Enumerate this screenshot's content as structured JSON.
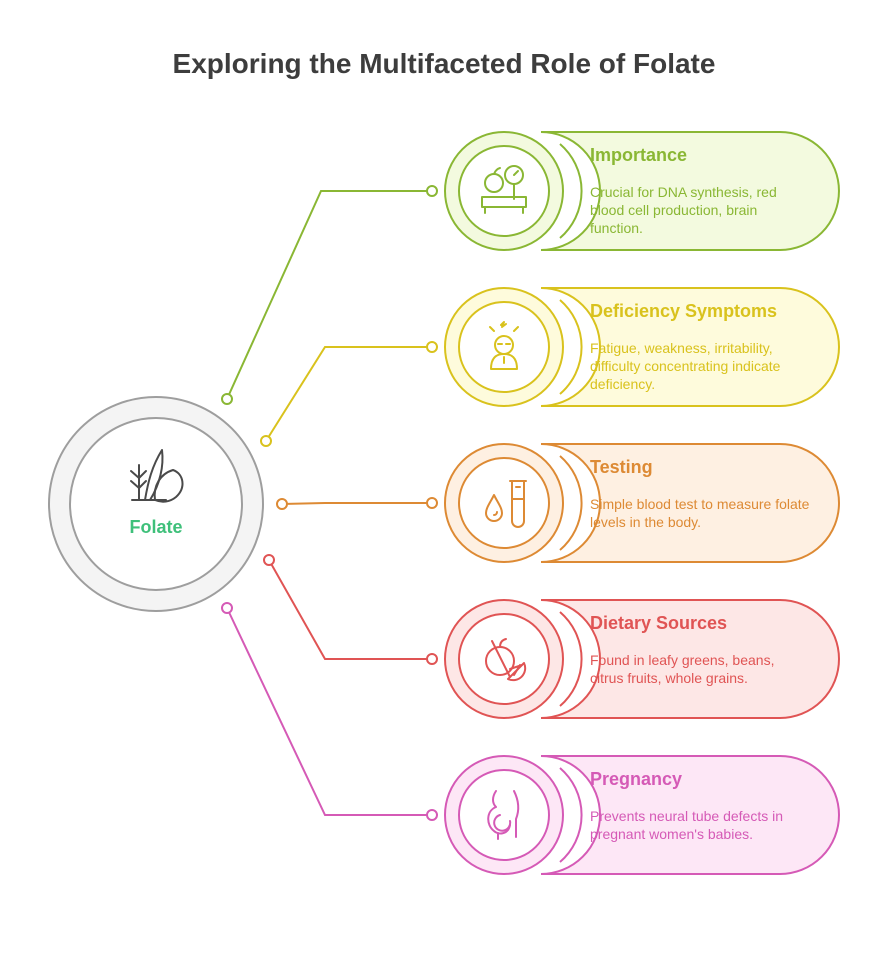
{
  "title": "Exploring the Multifaceted Role of Folate",
  "center": {
    "label": "Folate",
    "label_color": "#3ec07a",
    "icon": "plant-leaf-icon"
  },
  "items": [
    {
      "title": "Importance",
      "desc": "Crucial for DNA synthesis, red blood cell production, brain function.",
      "color": "#8ab734",
      "fill": "#f3fadf",
      "icon": "apple-scale-icon"
    },
    {
      "title": "Deficiency Symptoms",
      "desc": "Fatigue, weakness, irritability, difficulty concentrating indicate deficiency.",
      "color": "#d9c21d",
      "fill": "#fefbdc",
      "icon": "tired-person-icon"
    },
    {
      "title": "Testing",
      "desc": "Simple blood test to measure folate levels in the body.",
      "color": "#dd8a34",
      "fill": "#fef0e2",
      "icon": "blood-test-tube-icon"
    },
    {
      "title": "Dietary Sources",
      "desc": "Found in leafy greens, beans, citrus fruits, whole grains.",
      "color": "#e05454",
      "fill": "#fde7e6",
      "icon": "citrus-fruit-icon"
    },
    {
      "title": "Pregnancy",
      "desc": "Prevents neural tube defects in pregnant women's babies.",
      "color": "#d55ab6",
      "fill": "#fde7f6",
      "icon": "pregnant-woman-icon"
    }
  ]
}
